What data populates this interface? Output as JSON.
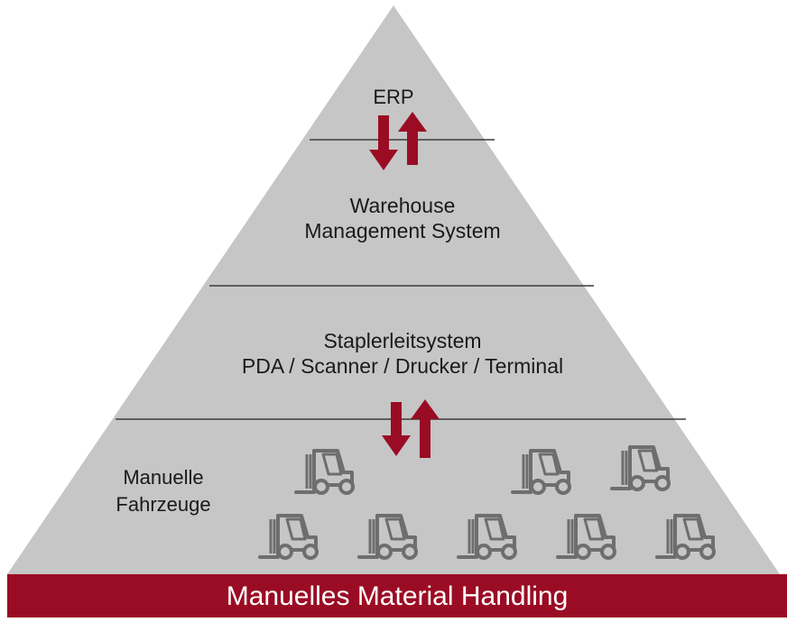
{
  "pyramid": {
    "levels": [
      {
        "id": "erp",
        "lines": [
          "ERP"
        ]
      },
      {
        "id": "wms",
        "lines": [
          "Warehouse",
          "Management System"
        ]
      },
      {
        "id": "forklift-control",
        "lines": [
          "Staplerleitsystem",
          "PDA / Scanner / Drucker / Terminal"
        ]
      },
      {
        "id": "manual-vehicles",
        "lines": [
          "Manuelle",
          "Fahrzeuge"
        ]
      }
    ],
    "footer": "Manuelles Material Handling"
  },
  "icons": [
    "forklift-icon",
    "arrow-down-icon",
    "arrow-up-icon"
  ],
  "colors": {
    "pyramid_fill": "#c6c6c6",
    "accent": "#9a0c24",
    "icon_stroke": "#6e6e6e",
    "divider": "#3a3a3a"
  }
}
